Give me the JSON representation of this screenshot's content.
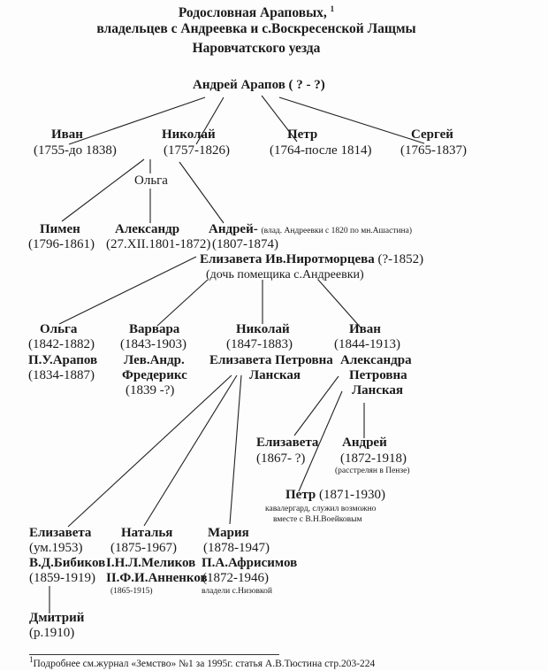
{
  "title": {
    "line1": "Родословная Араповых,",
    "footnote_mark": "1",
    "line2": "владельцев с Андреевка  и с.Воскресенской Лащмы",
    "line3": "Наровчатского уезда"
  },
  "root": {
    "name": "Андрей Арапов ( ? - ?)"
  },
  "gen1": {
    "ivan": {
      "name": "Иван",
      "dates": "(1755-до 1838)"
    },
    "nikolai": {
      "name": "Николай",
      "dates": "(1757-1826)",
      "spouse": "Ольга"
    },
    "petr": {
      "name": "Петр",
      "dates": "(1764-после 1814)"
    },
    "sergei": {
      "name": "Сергей",
      "dates": "(1765-1837)"
    }
  },
  "gen2": {
    "pimen": {
      "name": "Пимен",
      "dates": "(1796-1861)"
    },
    "aleksandr": {
      "name": "Александр",
      "dates": "(27.XII.1801-1872)"
    },
    "andrei": {
      "name": "Андрей-",
      "note": "(влад. Андреевки с 1820 по мн.Ашастина)",
      "dates": "(1807-1874)",
      "spouse": "Елизавета Ив.Ниротморцева",
      "spouse_dates": "(?-1852)",
      "spouse_note": "(дочь помещика с.Андреевки)"
    }
  },
  "gen3": {
    "olga": {
      "name": "Ольга",
      "dates": "(1842-1882)",
      "spouse": "П.У.Арапов",
      "spouse_dates": "(1834-1887)"
    },
    "varvara": {
      "name": "Варвара",
      "dates": "(1843-1903)",
      "spouse1": "Лев.Андр.",
      "spouse2": "Фредерикс",
      "spouse_dates": "(1839 -?)"
    },
    "nikolai": {
      "name": "Николай",
      "dates": "(1847-1883)",
      "spouse1": "Елизавета Петровна",
      "spouse2": "Ланская"
    },
    "ivan": {
      "name": "Иван",
      "dates": "(1844-1913)",
      "spouse1": "Александра",
      "spouse2": "Петровна",
      "spouse3": "Ланская"
    }
  },
  "gen4": {
    "elizaveta_i": {
      "name": "Елизавета",
      "dates": "(1867- ?)"
    },
    "andrei": {
      "name": "Андрей",
      "dates": "(1872-1918)",
      "note": "(расстрелян в Пензе)"
    },
    "petr": {
      "name": "Петр",
      "dates": "(1871-1930)",
      "note1": "кавалергард, служил возможно",
      "note2": "вместе с В.Н.Воейковым"
    },
    "elizaveta": {
      "name": "Елизавета",
      "dates": "(ум.1953)",
      "spouse": "В.Д.Бибиков",
      "spouse_dates": "(1859-1919)"
    },
    "natalya": {
      "name": "Наталья",
      "dates": "(1875-1967)",
      "spouse1": "I.Н.Л.Меликов",
      "spouse2": "II.Ф.И.Анненков",
      "spouse2_dates": "(1865-1915)"
    },
    "mariya": {
      "name": "Мария",
      "dates": "(1878-1947)",
      "spouse": "П.А.Африсимов",
      "spouse_dates": "(1872-1946)",
      "note": "владели с.Низовкой"
    }
  },
  "gen5": {
    "dmitrii": {
      "name": "Дмитрий",
      "dates": "(р.1910)"
    }
  },
  "footnote": {
    "mark": "1",
    "text": "Подробнее см.журнал «Земство» №1 за 1995г. статья А.В.Тюстина стр.203-224"
  }
}
